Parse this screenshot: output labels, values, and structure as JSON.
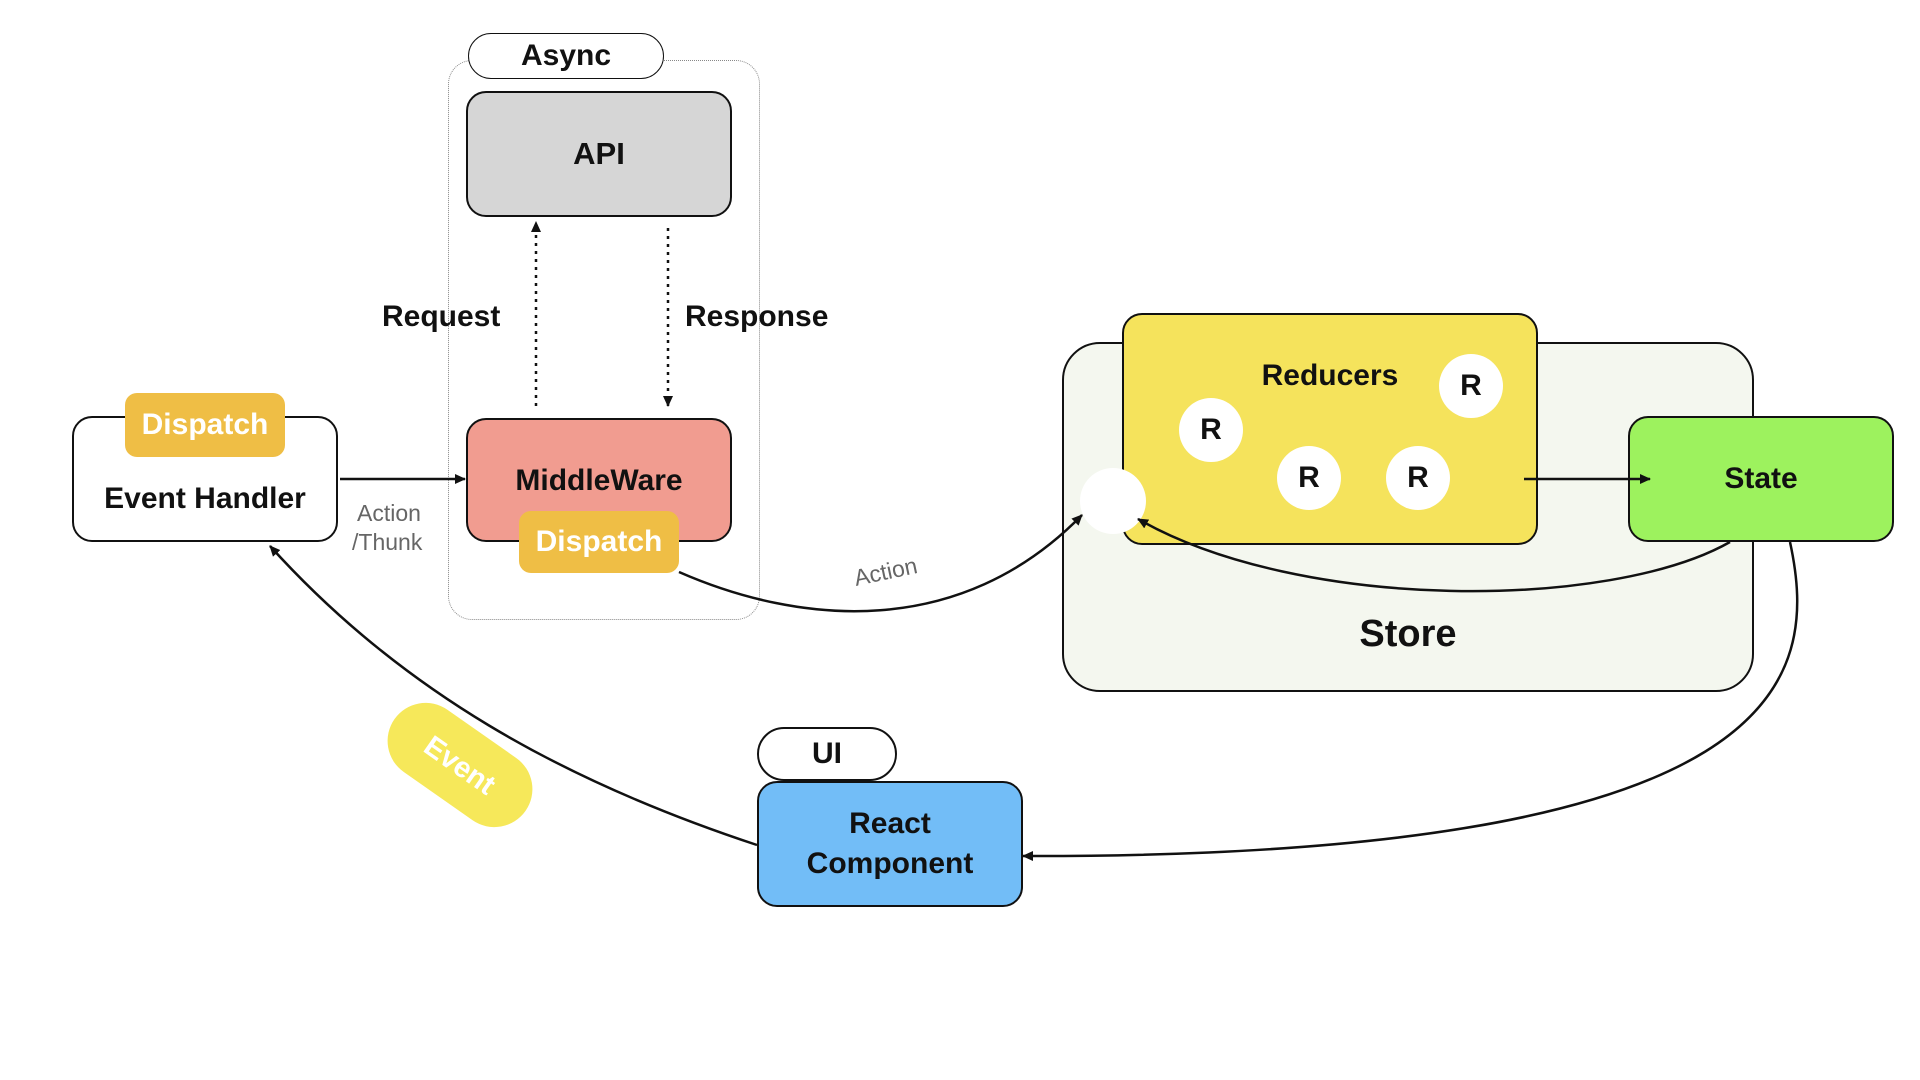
{
  "diagram": {
    "async_group": {
      "label": "Async"
    },
    "api": {
      "label": "API"
    },
    "request_label": "Request",
    "response_label": "Response",
    "middleware": {
      "label": "MiddleWare",
      "dispatch_label": "Dispatch"
    },
    "event_handler": {
      "label": "Event Handler",
      "dispatch_label": "Dispatch"
    },
    "action_thunk_label_line1": "Action",
    "action_thunk_label_line2": "/Thunk",
    "action_label": "Action",
    "store": {
      "label": "Store"
    },
    "reducers": {
      "label": "Reducers",
      "items": [
        "R",
        "R",
        "R",
        "R"
      ]
    },
    "state": {
      "label": "State"
    },
    "ui_group": {
      "label": "UI"
    },
    "react_component": {
      "label_line1": "React",
      "label_line2": "Component"
    },
    "event_label": "Event",
    "colors": {
      "api_fill": "#d6d6d6",
      "middleware_fill": "#f19c90",
      "dispatch_fill": "#efbe45",
      "store_fill": "#f4f7ef",
      "reducers_fill": "#f5e35c",
      "state_fill": "#9df25e",
      "react_fill": "#72bdf7",
      "event_fill": "#f6e85a",
      "muted_text": "#666666"
    }
  }
}
